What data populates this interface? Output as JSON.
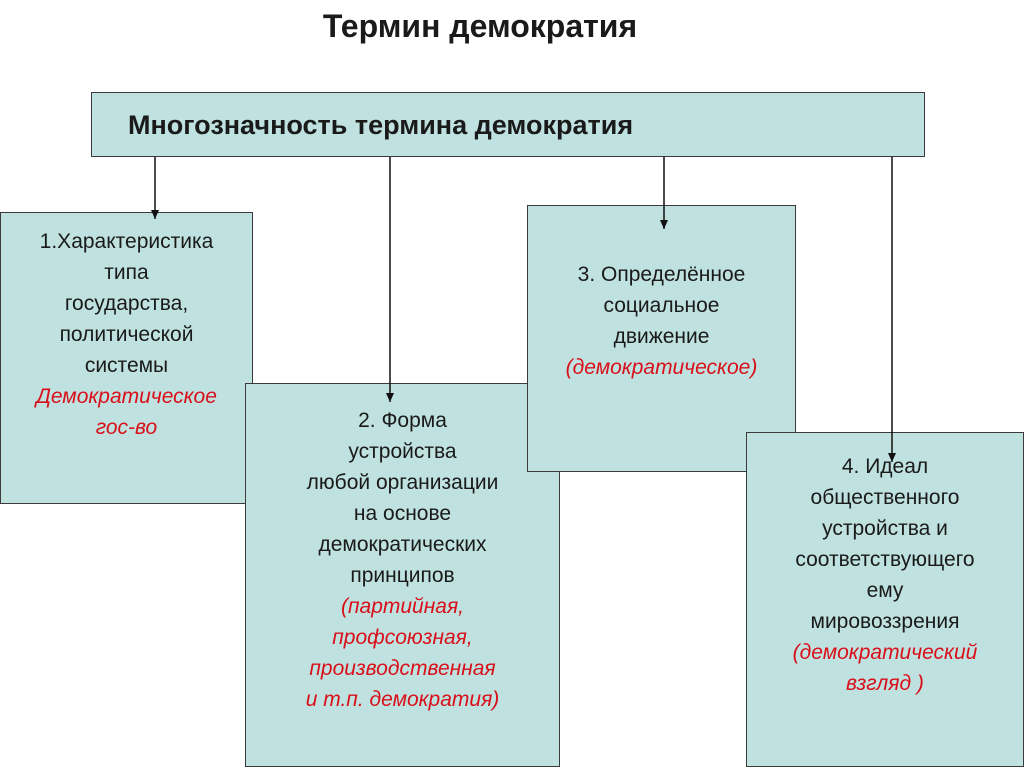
{
  "title": "Термин демократия",
  "header": "Многозначность термина демократия",
  "boxes": [
    {
      "lines": [
        "1.Характеристика",
        "типа",
        "государства,",
        "политической",
        "системы"
      ],
      "highlight": [
        "Демократическое",
        "гос-во"
      ]
    },
    {
      "lines": [
        "2. Форма",
        "устройства",
        "любой организации",
        "на основе",
        "демократических",
        "принципов"
      ],
      "highlight": [
        "(партийная,",
        "профсоюзная,",
        "производственная",
        "и т.п. демократия)"
      ]
    },
    {
      "lines": [
        "3. Определённое",
        "социальное",
        "движение"
      ],
      "highlight": [
        "(демократическое)"
      ]
    },
    {
      "lines": [
        "4. Идеал",
        "общественного",
        "устройства и",
        "соответствующего",
        "ему",
        "мировоззрения"
      ],
      "highlight": [
        "(демократический",
        "взгляд )"
      ]
    }
  ],
  "colors": {
    "box_fill": "#bfe1df",
    "highlight_text": "#d90f1a"
  }
}
